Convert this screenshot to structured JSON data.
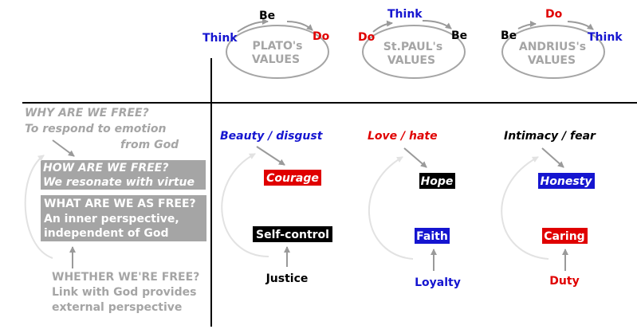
{
  "colors": {
    "blue": "#1515d0",
    "red": "#e00000",
    "gray": "#a5a5a5",
    "black": "#000000",
    "arrow": "#9a9a9a",
    "light": "#e2e2e2"
  },
  "cycles": [
    {
      "top": "Be",
      "left": "Think",
      "right": "Do",
      "name_line1": "PLATO's",
      "name_line2": "VALUES"
    },
    {
      "top": "Think",
      "left": "Do",
      "right": "Be",
      "name_line1": "St.PAUL's",
      "name_line2": "VALUES"
    },
    {
      "top": "Do",
      "left": "Be",
      "right": "Think",
      "name_line1": "ANDRIUS's",
      "name_line2": "VALUES"
    }
  ],
  "left": {
    "why_title": "WHY ARE WE FREE?",
    "why_line2": "To respond to emotion",
    "why_line3": "from God",
    "how_title": "HOW ARE WE FREE?",
    "how_line2": "We resonate with virtue",
    "what_title": "WHAT ARE WE AS FREE?",
    "what_line2": "An inner perspective,",
    "what_line3": "independent of God",
    "whether_title": "WHETHER WE'RE FREE?",
    "whether_line2": "Link with God provides",
    "whether_line3": "external perspective"
  },
  "columns": [
    {
      "emotion": "Beauty / disgust",
      "virtue_top": "Courage",
      "virtue_mid": "Self-control",
      "base": "Justice"
    },
    {
      "emotion": "Love / hate",
      "virtue_top": "Hope",
      "virtue_mid": "Faith",
      "base": "Loyalty"
    },
    {
      "emotion": "Intimacy / fear",
      "virtue_top": "Honesty",
      "virtue_mid": "Caring",
      "base": "Duty"
    }
  ]
}
